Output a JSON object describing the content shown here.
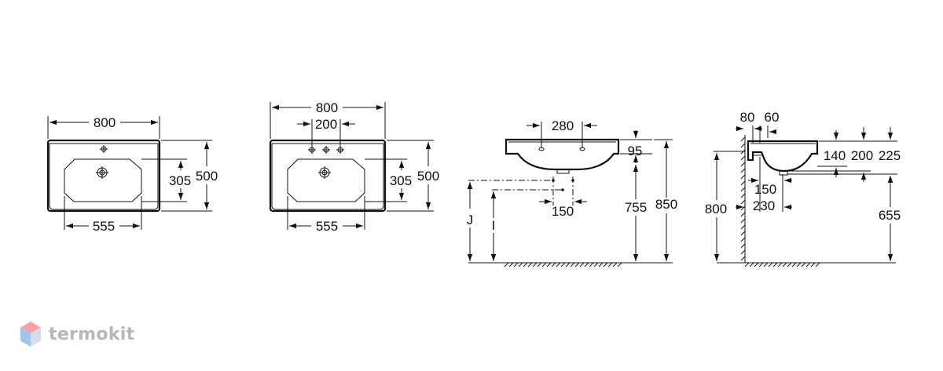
{
  "views": {
    "top_one_hole": {
      "width": "800",
      "depth": "500",
      "basin_depth": "305",
      "basin_width": "555"
    },
    "top_three_hole": {
      "width": "800",
      "tap_spacing": "200",
      "depth": "500",
      "basin_depth": "305",
      "basin_width": "555"
    },
    "side_front": {
      "tap_centers": "280",
      "rim": "95",
      "height_755": "755",
      "height_850": "850",
      "drain_offset": "150",
      "label_j": "J",
      "label_i": "I"
    },
    "side_profile": {
      "d80": "80",
      "d60": "60",
      "d140": "140",
      "d200": "200",
      "d225": "225",
      "d150": "150",
      "d230": "230",
      "h800": "800",
      "h655": "655"
    }
  },
  "watermark": {
    "brand": "termokit",
    "colors": {
      "top": "#f5a3a8",
      "left": "#9ec4ea",
      "right": "#d7dde6",
      "text": "#b7b7b7"
    }
  }
}
